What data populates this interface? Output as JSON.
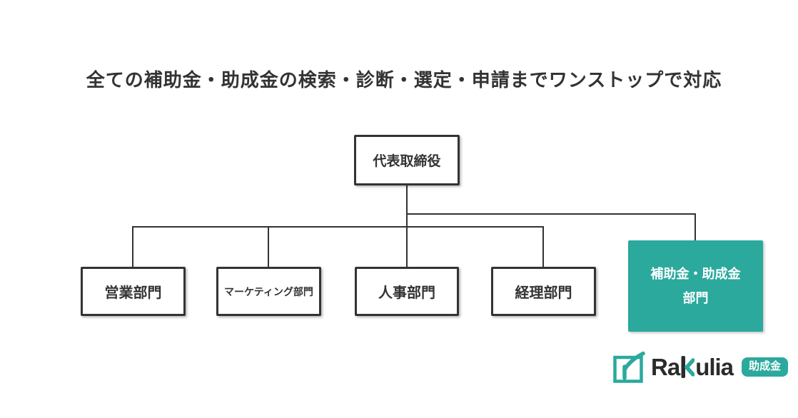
{
  "title": "全ての補助金・助成金の検索・診断・選定・申請までワンストップで対応",
  "org_chart": {
    "root": {
      "label": "代表取締役"
    },
    "departments": [
      {
        "label": "営業部門"
      },
      {
        "label": "マーケティング部門"
      },
      {
        "label": "人事部門"
      },
      {
        "label": "経理部門"
      }
    ],
    "highlight_department": {
      "line1": "補助金・助成金",
      "line2": "部門"
    }
  },
  "logo": {
    "brand": "Rakulia",
    "brand_pre": "Ra",
    "brand_post": "ulia",
    "badge": "助成金",
    "icon": "rakulia-square-r-icon"
  },
  "colors": {
    "accent_teal": "#2BA99D",
    "line_dark": "#333333",
    "text_dark": "#333333",
    "brand_dark": "#2b2b2b",
    "background": "#ffffff"
  }
}
